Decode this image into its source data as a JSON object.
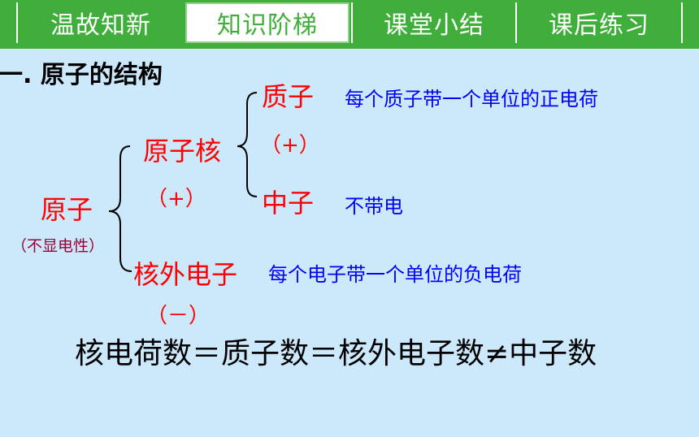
{
  "nav": {
    "tabs": [
      {
        "label": "温故知新",
        "active": false
      },
      {
        "label": "知识阶梯",
        "active": true
      },
      {
        "label": "课堂小结",
        "active": false
      },
      {
        "label": "课后练习",
        "active": false
      }
    ]
  },
  "content": {
    "section_title": "一. 原子的结构",
    "atom": {
      "label": "原子",
      "note": "（不显电性）"
    },
    "nucleus": {
      "label": "原子核",
      "charge": "（+）"
    },
    "proton": {
      "label": "质子",
      "charge": "（+）",
      "desc": "每个质子带一个单位的正电荷"
    },
    "neutron": {
      "label": "中子",
      "desc": "不带电"
    },
    "electron": {
      "label": "核外电子",
      "charge": "（－）",
      "desc": "每个电子带一个单位的负电荷"
    },
    "equation": "核电荷数＝质子数＝核外电子数≠中子数"
  },
  "colors": {
    "nav_green": "#3fae3a",
    "background": "#cce8fb",
    "term_red": "#ff0000",
    "desc_blue": "#0000ff",
    "note_maroon": "#990033"
  }
}
